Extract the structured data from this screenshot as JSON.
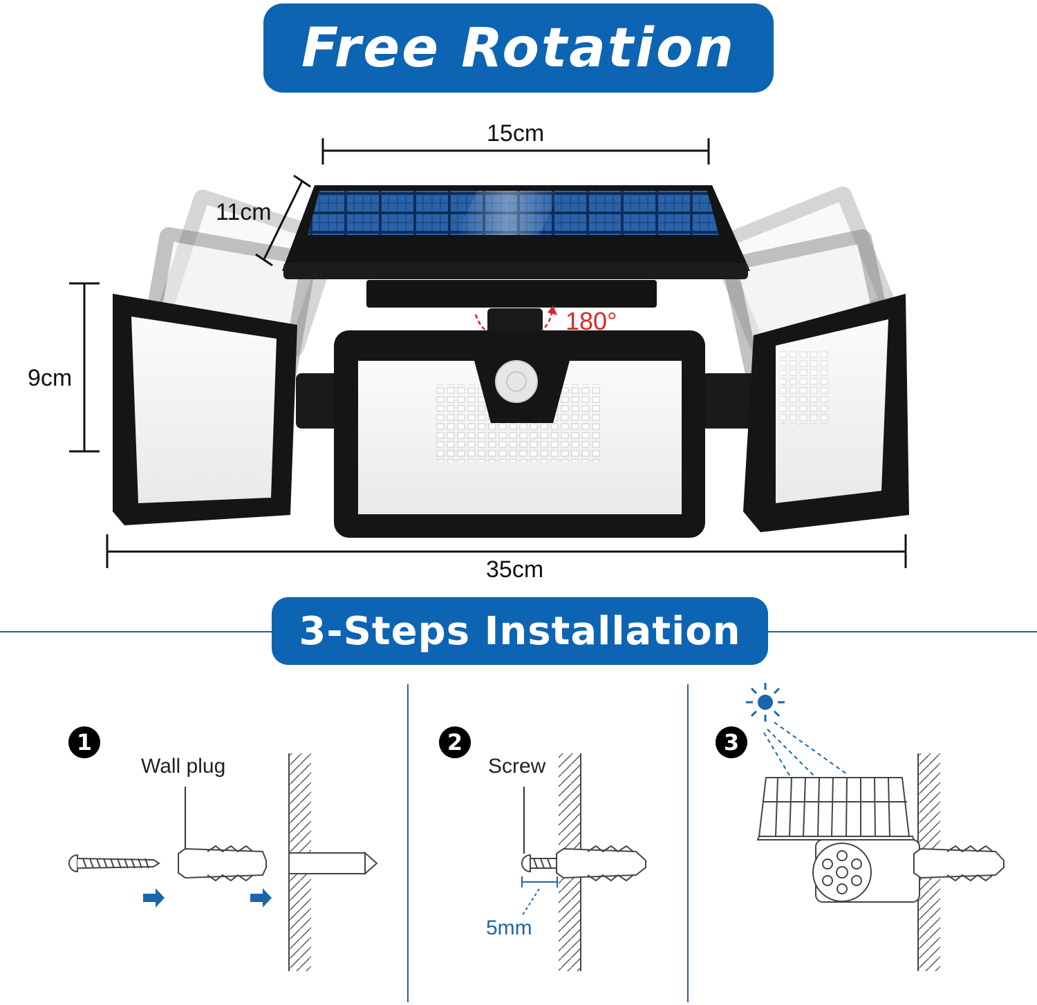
{
  "headings": {
    "rotation": "Free Rotation",
    "installation": "3-Steps Installation"
  },
  "dimensions": {
    "width_top": "15cm",
    "depth": "11cm",
    "height": "9cm",
    "width_total": "35cm",
    "rotation_angle": "180°"
  },
  "steps": [
    {
      "number": "1",
      "label": "Wall plug"
    },
    {
      "number": "2",
      "label": "Screw",
      "measure": "5mm"
    },
    {
      "number": "3"
    }
  ],
  "colors": {
    "brand_blue": "#0d64b3",
    "rotation_arrow": "#d62828"
  }
}
